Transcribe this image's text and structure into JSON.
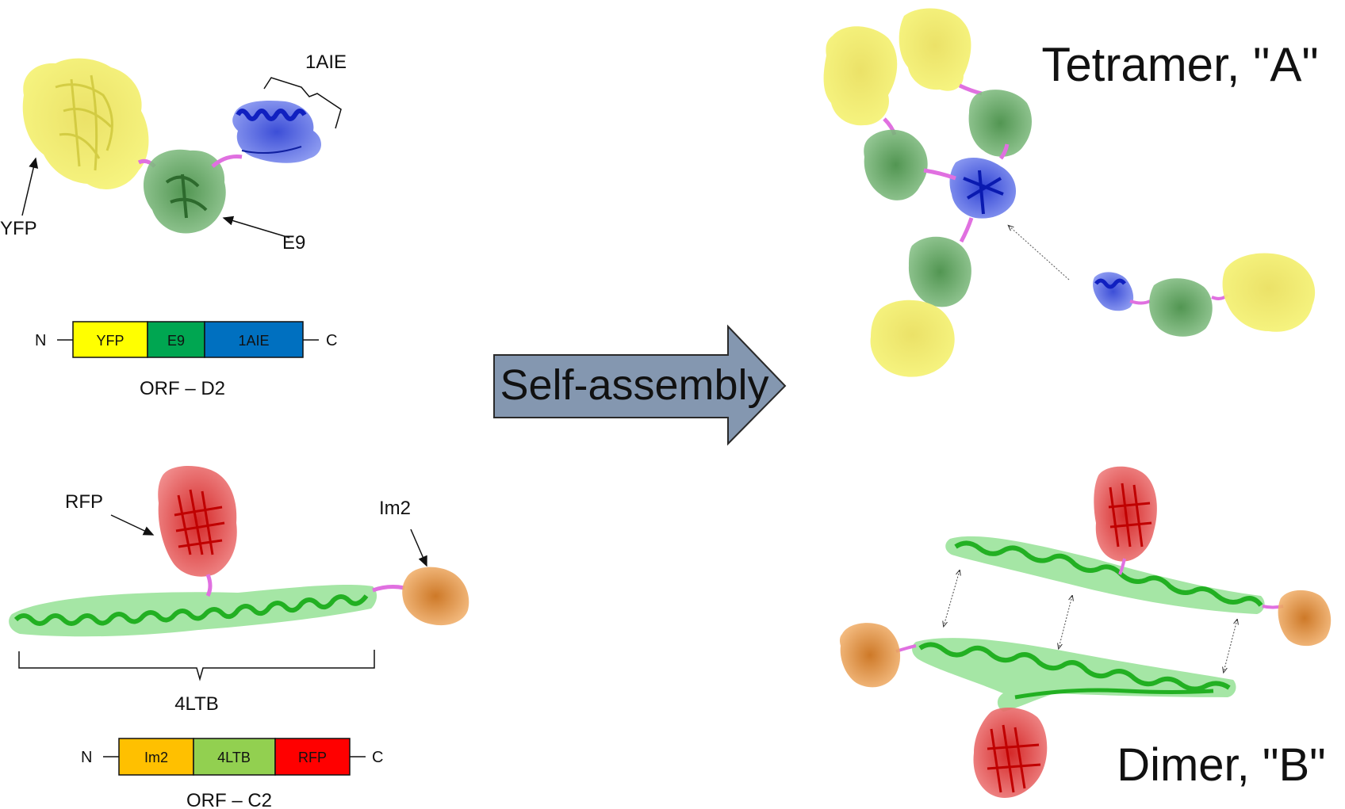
{
  "top_left": {
    "bracket_label": "1AIE",
    "yfp_label": "YFP",
    "e9_label": "E9"
  },
  "orf_d2": {
    "n_label": "N",
    "c_label": "C",
    "segments": [
      {
        "label": "YFP",
        "color": "#ffff00"
      },
      {
        "label": "E9",
        "color": "#00a651"
      },
      {
        "label": "1AIE",
        "color": "#0070c0"
      }
    ],
    "caption": "ORF – D2"
  },
  "arrow": {
    "label": "Self-assembly",
    "color": "#8497b0"
  },
  "tetramer": {
    "title": "Tetramer, \"A\""
  },
  "bottom_left": {
    "rfp_label": "RFP",
    "im2_label": "Im2",
    "bracket_label": "4LTB"
  },
  "orf_c2": {
    "n_label": "N",
    "c_label": "C",
    "segments": [
      {
        "label": "Im2",
        "color": "#ffc000"
      },
      {
        "label": "4LTB",
        "color": "#92d050"
      },
      {
        "label": "RFP",
        "color": "#ff0000"
      }
    ],
    "caption": "ORF – C2"
  },
  "dimer": {
    "title": "Dimer, \"B\""
  },
  "colors": {
    "yfp": "#f2ee55",
    "e9": "#5fa05f",
    "aie": "#3a4fe0",
    "linker": "#e070e0",
    "helix": "#40d040",
    "rfp": "#e03030",
    "im2": "#e89a40"
  }
}
